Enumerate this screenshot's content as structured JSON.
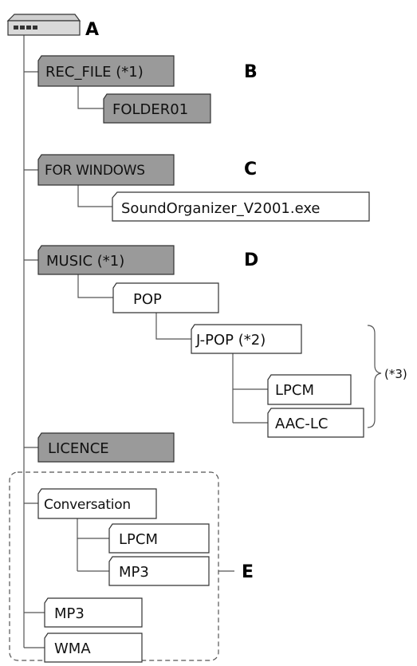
{
  "root": {
    "icon": "storage-device-icon",
    "callout": "A"
  },
  "folders": {
    "rec_file": {
      "label": "REC_FILE (*1)",
      "callout": "B"
    },
    "folder01": {
      "label": "FOLDER01"
    },
    "for_windows": {
      "label": "FOR WINDOWS",
      "callout": "C"
    },
    "sound_organizer": {
      "label": "SoundOrganizer_V2001.exe"
    },
    "music": {
      "label": "MUSIC (*1)",
      "callout": "D"
    },
    "pop": {
      "label": "POP"
    },
    "jpop": {
      "label": "J-POP (*2)"
    },
    "lpcm1": {
      "label": "LPCM"
    },
    "aac": {
      "label": "AAC-LC"
    },
    "note3": {
      "label": "(*3)"
    },
    "licence": {
      "label": "LICENCE"
    },
    "conversation": {
      "label": "Conversation"
    },
    "lpcm2": {
      "label": "LPCM"
    },
    "mp3_1": {
      "label": "MP3"
    },
    "mp3_2": {
      "label": "MP3"
    },
    "wma": {
      "label": "WMA"
    },
    "group_e": {
      "callout": "E"
    }
  },
  "colors": {
    "gray_folder": "#9a9a9a",
    "white_folder": "#ffffff",
    "lines": "#555555"
  }
}
